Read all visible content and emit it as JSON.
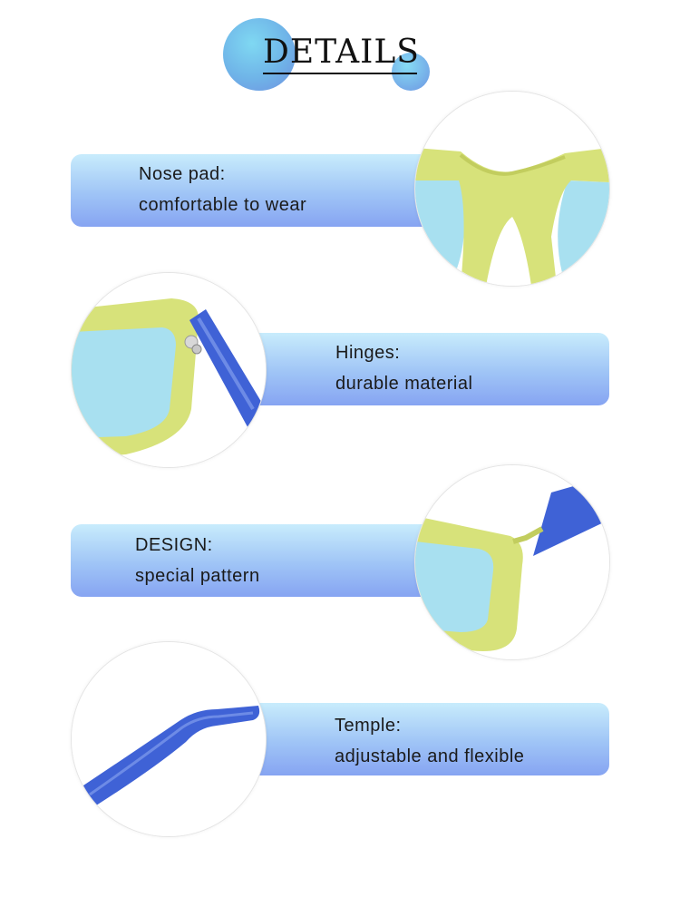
{
  "header": {
    "title": "DETAILS"
  },
  "features": [
    {
      "title": "Nose pad:",
      "desc": "comfortable to wear"
    },
    {
      "title": "Hinges:",
      "desc": "durable material"
    },
    {
      "title": "DESIGN:",
      "desc": "special pattern"
    },
    {
      "title": "Temple:",
      "desc": "adjustable and flexible"
    }
  ],
  "colors": {
    "frame": "#d7e27a",
    "temple": "#3f62d6",
    "lens": "#a8e0f0",
    "panel_top": "#c8ecfc",
    "panel_bottom": "#86a4f2"
  }
}
